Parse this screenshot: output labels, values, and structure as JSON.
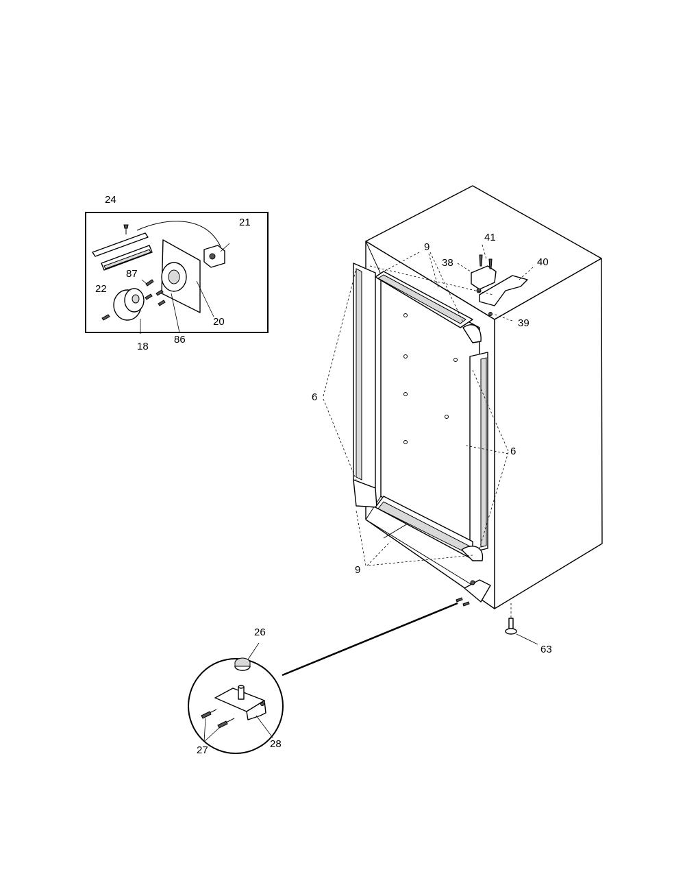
{
  "callouts": {
    "c24": "24",
    "c21": "21",
    "c22": "22",
    "c87": "87",
    "c20": "20",
    "c86": "86",
    "c18": "18",
    "c9_top": "9",
    "c41": "41",
    "c38": "38",
    "c40": "40",
    "c39": "39",
    "c6_left": "6",
    "c6_right": "6",
    "c9_bottom": "9",
    "c26": "26",
    "c27": "27",
    "c28": "28",
    "c63": "63"
  }
}
